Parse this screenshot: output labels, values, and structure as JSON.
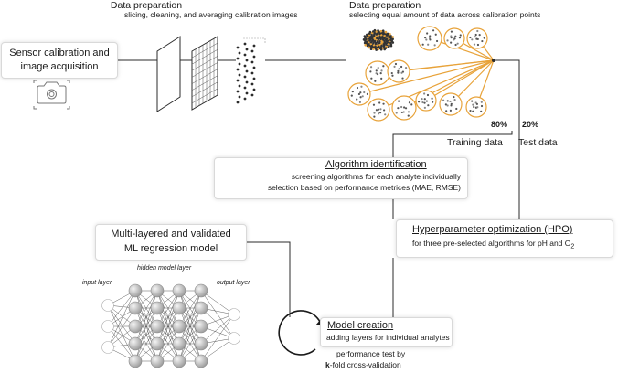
{
  "prep1": {
    "title": "Data preparation",
    "subtitle": "slicing, cleaning, and averaging calibration images"
  },
  "prep2": {
    "title": "Data preparation",
    "subtitle": "selecting equal amount of data across calibration points"
  },
  "sensor": {
    "line1": "Sensor calibration and",
    "line2": "image acquisition",
    "icon": "camera-icon"
  },
  "split": {
    "train_pct": "80%",
    "test_pct": "20%",
    "train_label": "Training data",
    "test_label": "Test data"
  },
  "algo": {
    "title": "Algorithm identification",
    "line1": "screening algorithms for each analyte individually",
    "line2": "selection based on performance metrices (MAE, RMSE)"
  },
  "hpo": {
    "title": "Hyperparameter optimization (HPO)",
    "text_main": "for three pre-selected algorithms for pH and O",
    "text_sub": "2"
  },
  "model": {
    "line1": "Multi-layered and validated",
    "line2": "ML regression model"
  },
  "nn": {
    "input_label": "input layer",
    "hidden_label": "hidden model layer",
    "output_label": "output layer"
  },
  "creation": {
    "title": "Model creation",
    "subtitle": "adding layers for individual analytes"
  },
  "perf": {
    "line1": "performance test by",
    "line2_bold": "k",
    "line2_rest": "-fold cross-validation"
  },
  "colors": {
    "accent_orange": "#e8a33a",
    "node_gray": "#b9b9b9",
    "line": "#2b2b2b"
  }
}
